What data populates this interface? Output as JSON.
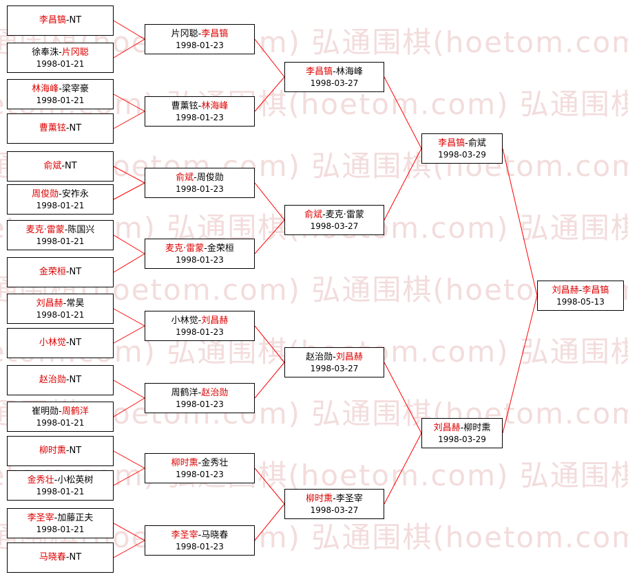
{
  "watermark": {
    "text": "弘通围棋(hoetom.com)"
  },
  "colors": {
    "winner_text": "#dd0000",
    "normal_text": "#000000",
    "connector_line": "#ff0000",
    "watermark_text": "#f3dcdc",
    "box_border": "#000000",
    "background": "#ffffff"
  },
  "rounds": [
    {
      "matches": [
        {
          "segments": [
            {
              "text": "李昌镐",
              "red": true
            },
            {
              "text": "-NT",
              "red": false
            }
          ],
          "date": ""
        },
        {
          "segments": [
            {
              "text": "徐奉洙-",
              "red": false
            },
            {
              "text": "片冈聪",
              "red": true
            }
          ],
          "date": "1998-01-21"
        },
        {
          "segments": [
            {
              "text": "林海峰",
              "red": true
            },
            {
              "text": "-梁宰豪",
              "red": false
            }
          ],
          "date": "1998-01-21"
        },
        {
          "segments": [
            {
              "text": "曹薰铉",
              "red": true
            },
            {
              "text": "-NT",
              "red": false
            }
          ],
          "date": ""
        },
        {
          "segments": [
            {
              "text": "俞斌",
              "red": true
            },
            {
              "text": "-NT",
              "red": false
            }
          ],
          "date": ""
        },
        {
          "segments": [
            {
              "text": "周俊勋",
              "red": true
            },
            {
              "text": "-安祚永",
              "red": false
            }
          ],
          "date": "1998-01-21"
        },
        {
          "segments": [
            {
              "text": "麦克·雷蒙",
              "red": true
            },
            {
              "text": "-陈国兴",
              "red": false
            }
          ],
          "date": "1998-01-21"
        },
        {
          "segments": [
            {
              "text": "金荣桓",
              "red": true
            },
            {
              "text": "-NT",
              "red": false
            }
          ],
          "date": ""
        },
        {
          "segments": [
            {
              "text": "刘昌赫",
              "red": true
            },
            {
              "text": "-常昊",
              "red": false
            }
          ],
          "date": "1998-01-21"
        },
        {
          "segments": [
            {
              "text": "小林觉",
              "red": true
            },
            {
              "text": "-NT",
              "red": false
            }
          ],
          "date": ""
        },
        {
          "segments": [
            {
              "text": "赵治勋",
              "red": true
            },
            {
              "text": "-NT",
              "red": false
            }
          ],
          "date": ""
        },
        {
          "segments": [
            {
              "text": "崔明勋-",
              "red": false
            },
            {
              "text": "周鹤洋",
              "red": true
            }
          ],
          "date": "1998-01-21"
        },
        {
          "segments": [
            {
              "text": "柳时熏",
              "red": true
            },
            {
              "text": "-NT",
              "red": false
            }
          ],
          "date": ""
        },
        {
          "segments": [
            {
              "text": "金秀壮",
              "red": true
            },
            {
              "text": "-小松英树",
              "red": false
            }
          ],
          "date": "1998-01-21"
        },
        {
          "segments": [
            {
              "text": "李圣宰",
              "red": true
            },
            {
              "text": "-加藤正夫",
              "red": false
            }
          ],
          "date": "1998-01-21"
        },
        {
          "segments": [
            {
              "text": "马晓春",
              "red": true
            },
            {
              "text": "-NT",
              "red": false
            }
          ],
          "date": ""
        }
      ]
    },
    {
      "matches": [
        {
          "segments": [
            {
              "text": "片冈聪-",
              "red": false
            },
            {
              "text": "李昌镐",
              "red": true
            }
          ],
          "date": "1998-01-23"
        },
        {
          "segments": [
            {
              "text": "曹薰铉-",
              "red": false
            },
            {
              "text": "林海峰",
              "red": true
            }
          ],
          "date": "1998-01-23"
        },
        {
          "segments": [
            {
              "text": "俞斌",
              "red": true
            },
            {
              "text": "-周俊勋",
              "red": false
            }
          ],
          "date": "1998-01-23"
        },
        {
          "segments": [
            {
              "text": "麦克·雷蒙",
              "red": true
            },
            {
              "text": "-金荣桓",
              "red": false
            }
          ],
          "date": "1998-01-23"
        },
        {
          "segments": [
            {
              "text": "小林觉-",
              "red": false
            },
            {
              "text": "刘昌赫",
              "red": true
            }
          ],
          "date": "1998-01-23"
        },
        {
          "segments": [
            {
              "text": "周鹤洋-",
              "red": false
            },
            {
              "text": "赵治勋",
              "red": true
            }
          ],
          "date": "1998-01-23"
        },
        {
          "segments": [
            {
              "text": "柳时熏",
              "red": true
            },
            {
              "text": "-金秀壮",
              "red": false
            }
          ],
          "date": "1998-01-23"
        },
        {
          "segments": [
            {
              "text": "李圣宰",
              "red": true
            },
            {
              "text": "-马晓春",
              "red": false
            }
          ],
          "date": "1998-01-23"
        }
      ]
    },
    {
      "matches": [
        {
          "segments": [
            {
              "text": "李昌镐",
              "red": true
            },
            {
              "text": "-林海峰",
              "red": false
            }
          ],
          "date": "1998-03-27"
        },
        {
          "segments": [
            {
              "text": "俞斌",
              "red": true
            },
            {
              "text": "-麦克·雷蒙",
              "red": false
            }
          ],
          "date": "1998-03-27"
        },
        {
          "segments": [
            {
              "text": "赵治勋-",
              "red": false
            },
            {
              "text": "刘昌赫",
              "red": true
            }
          ],
          "date": "1998-03-27"
        },
        {
          "segments": [
            {
              "text": "柳时熏",
              "red": true
            },
            {
              "text": "-李圣宰",
              "red": false
            }
          ],
          "date": "1998-03-27"
        }
      ]
    },
    {
      "matches": [
        {
          "segments": [
            {
              "text": "李昌镐",
              "red": true
            },
            {
              "text": "-俞斌",
              "red": false
            }
          ],
          "date": "1998-03-29"
        },
        {
          "segments": [
            {
              "text": "刘昌赫",
              "red": true
            },
            {
              "text": "-柳时熏",
              "red": false
            }
          ],
          "date": "1998-03-29"
        }
      ]
    },
    {
      "matches": [
        {
          "segments": [
            {
              "text": "刘昌赫",
              "red": true
            },
            {
              "text": "-",
              "red": false
            },
            {
              "text": "李昌镐",
              "red": true
            }
          ],
          "date": "1998-05-13"
        }
      ]
    }
  ]
}
